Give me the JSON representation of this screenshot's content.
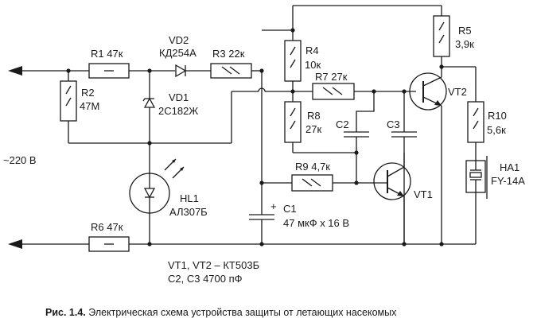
{
  "diagram": {
    "type": "circuit-schematic",
    "supply_label": "~220 В",
    "components": {
      "R1": {
        "ref": "R1",
        "value": "47к",
        "label": "R1 47к"
      },
      "R2": {
        "ref": "R2",
        "value": "47М"
      },
      "R3": {
        "ref": "R3",
        "value": "22к",
        "label": "R3 22к"
      },
      "R4": {
        "ref": "R4",
        "value": "10к"
      },
      "R5": {
        "ref": "R5",
        "value": "3,9к"
      },
      "R6": {
        "ref": "R6",
        "value": "47к",
        "label": "R6 47к"
      },
      "R7": {
        "ref": "R7",
        "value": "27к",
        "label": "R7 27к"
      },
      "R8": {
        "ref": "R8",
        "value": "27к"
      },
      "R9": {
        "ref": "R9",
        "value": "4,7к",
        "label": "R9 4,7к"
      },
      "R10": {
        "ref": "R10",
        "value": "5,6к"
      },
      "VD1": {
        "ref": "VD1",
        "value": "2С182Ж"
      },
      "VD2": {
        "ref": "VD2",
        "value": "КД254А"
      },
      "HL1": {
        "ref": "HL1",
        "value": "АЛ307Б"
      },
      "C1": {
        "ref": "C1",
        "value": "47 мкФ х 16 В"
      },
      "C2": {
        "ref": "C2"
      },
      "C3": {
        "ref": "C3"
      },
      "VT1": {
        "ref": "VT1"
      },
      "VT2": {
        "ref": "VT2"
      },
      "HA1": {
        "ref": "HA1",
        "value": "FY-14A"
      }
    },
    "notes": [
      "VT1, VT2 – КТ503Б",
      "С2, С3 4700 пФ"
    ],
    "caption": {
      "prefix": "Рис. 1.4.",
      "text": " Электрическая схема устройства защиты от летающих насекомых"
    }
  }
}
